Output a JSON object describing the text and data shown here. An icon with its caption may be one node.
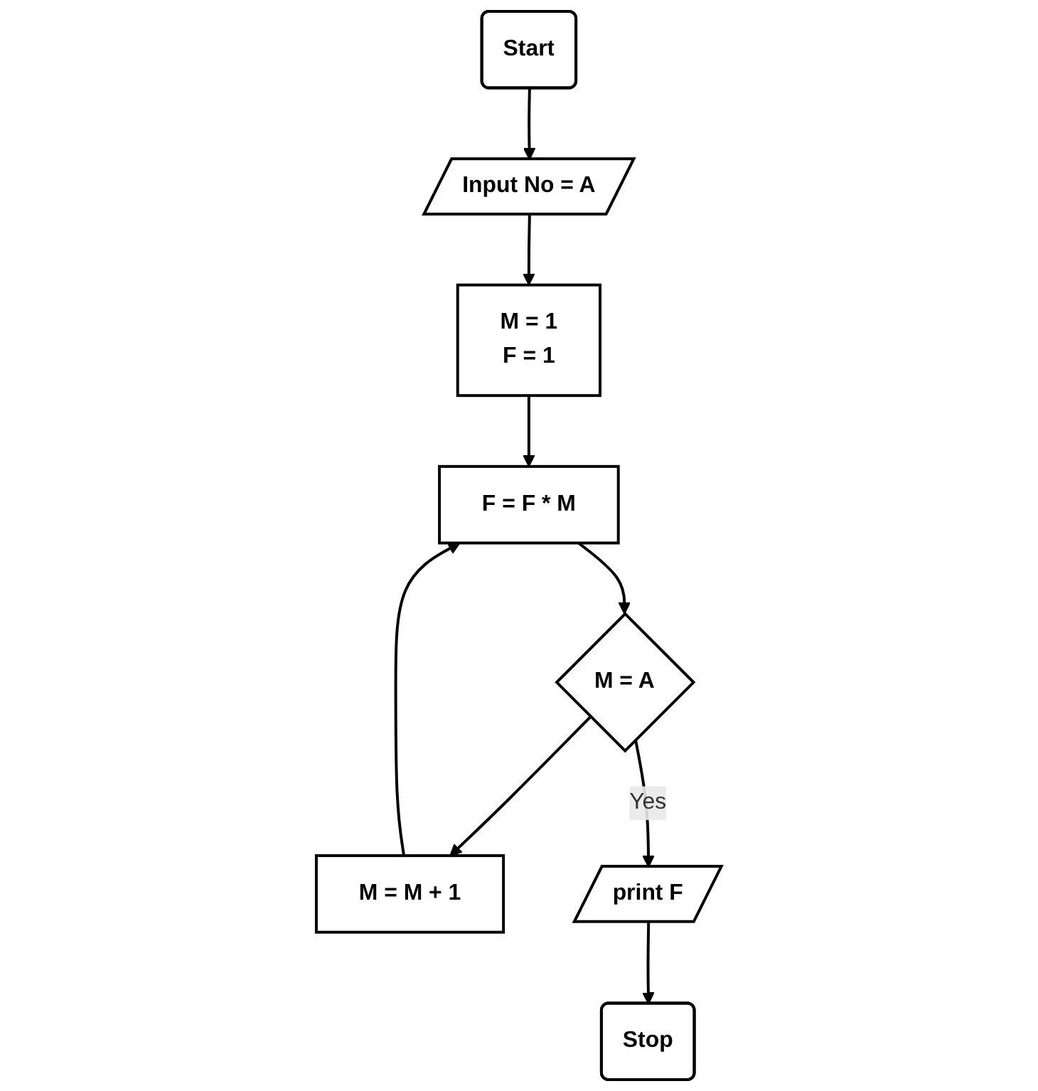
{
  "diagram": {
    "nodes": [
      {
        "text": [
          "Start"
        ]
      },
      {
        "text": [
          "Input No = A"
        ]
      },
      {
        "text": [
          "M = 1",
          "F = 1"
        ]
      },
      {
        "text": [
          "F = F * M"
        ]
      },
      {
        "text": [
          "M = A"
        ]
      },
      {
        "text": [
          "M = M + 1"
        ]
      },
      {
        "text": [
          "print F"
        ]
      },
      {
        "text": [
          "Stop"
        ]
      }
    ],
    "edges": [
      {
        "from": 0,
        "to": 1,
        "arrow": "to"
      },
      {
        "from": 1,
        "to": 2,
        "arrow": "to"
      },
      {
        "from": 2,
        "to": 3,
        "arrow": "to"
      },
      {
        "from": 3,
        "to": 4,
        "arrow": "to"
      },
      {
        "from": 4,
        "to": 5,
        "arrow": "to"
      },
      {
        "from": 5,
        "to": 3,
        "arrow": "to"
      },
      {
        "from": 4,
        "to": 6,
        "label": "Yes",
        "arrow": "to"
      },
      {
        "from": 6,
        "to": 7,
        "arrow": "to"
      }
    ]
  }
}
